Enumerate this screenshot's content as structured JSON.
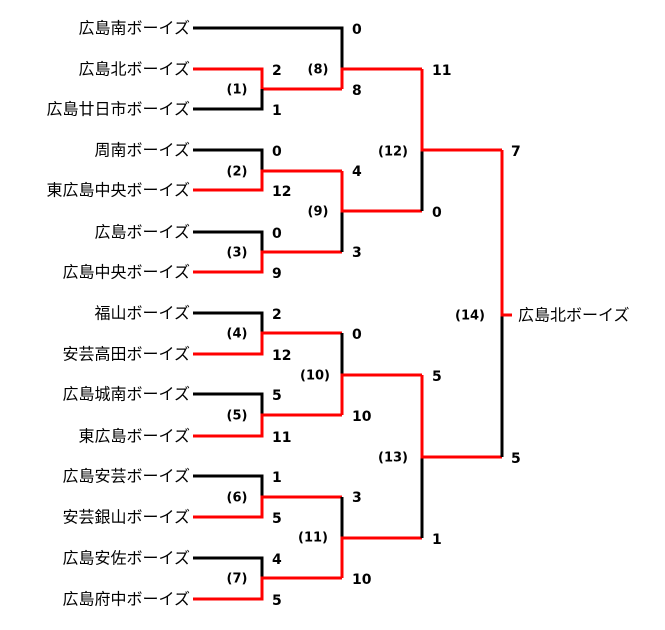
{
  "teams": [
    "広島南ボーイズ",
    "広島北ボーイズ",
    "広島廿日市ボーイズ",
    "周南ボーイズ",
    "東広島中央ボーイズ",
    "広島ボーイズ",
    "広島中央ボーイズ",
    "福山ボーイズ",
    "安芸高田ボーイズ",
    "広島城南ボーイズ",
    "東広島ボーイズ",
    "広島安芸ボーイズ",
    "安芸銀山ボーイズ",
    "広島安佐ボーイズ",
    "広島府中ボーイズ"
  ],
  "champion": "広島北ボーイズ",
  "matches": [
    {
      "label": "(1)",
      "scores": [
        "2",
        "1"
      ]
    },
    {
      "label": "(2)",
      "scores": [
        "0",
        "12"
      ]
    },
    {
      "label": "(3)",
      "scores": [
        "0",
        "9"
      ]
    },
    {
      "label": "(4)",
      "scores": [
        "2",
        "12"
      ]
    },
    {
      "label": "(5)",
      "scores": [
        "5",
        "11"
      ]
    },
    {
      "label": "(6)",
      "scores": [
        "1",
        "5"
      ]
    },
    {
      "label": "(7)",
      "scores": [
        "4",
        "5"
      ]
    },
    {
      "label": "(8)",
      "scores": [
        "0",
        "8"
      ]
    },
    {
      "label": "(9)",
      "scores": [
        "4",
        "3"
      ]
    },
    {
      "label": "(10)",
      "scores": [
        "0",
        "10"
      ]
    },
    {
      "label": "(11)",
      "scores": [
        "3",
        "10"
      ]
    },
    {
      "label": "(12)",
      "scores": [
        "11",
        "0"
      ]
    },
    {
      "label": "(13)",
      "scores": [
        "5",
        "1"
      ]
    },
    {
      "label": "(14)",
      "scores": [
        "7",
        "5"
      ]
    }
  ],
  "colors": {
    "winner": "#ff0000",
    "loser": "#000000"
  }
}
